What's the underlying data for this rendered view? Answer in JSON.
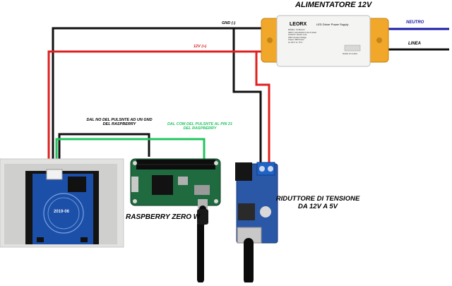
{
  "labels": {
    "power_supply_title": "ALIMENTATORE 12V",
    "gnd": "GND (-)",
    "v12": "12V (+)",
    "neutro": "NEUTRO",
    "linea": "LINEA",
    "no_pulsante_1": "DAL NO DEL PULSNTE AD UN GND",
    "no_pulsante_2": "DEL RASPBERRY",
    "com_pulsante_1": "DAL COM DEL PULSNTE AL PIN 21",
    "com_pulsante_2": "DEL RASPBERRY",
    "raspberry": "RASPBERRY ZERO W",
    "riduttore_1": "RIDUTTORE DI TENSIONE",
    "riduttore_2": "DA 12V A 5V"
  },
  "power_supply": {
    "brand": "LEORX",
    "product": "LED Driver Power Supply",
    "spec_lines": [
      "MODEL: YG15V12V",
      "INPUT: 100-240VAC 0.3A 47-63Hz",
      "OUTPUT: DC12V 1.5A",
      "18W Constant Voltage",
      "Output: 18W Power",
      "Ta: 60°C      Tc: 75°C"
    ],
    "made_in": "MADE IN CHINA"
  },
  "reader": {
    "chip_text": "2019-06"
  },
  "colors": {
    "wire_black": "#111111",
    "wire_red": "#e02020",
    "wire_green": "#22c55e",
    "wire_blue": "#1a1aa6",
    "label_red": "#d62020",
    "pcb_blue": "#1c4fa8",
    "pcb_green": "#1f6b3f",
    "case_orange": "#f1a72a"
  }
}
